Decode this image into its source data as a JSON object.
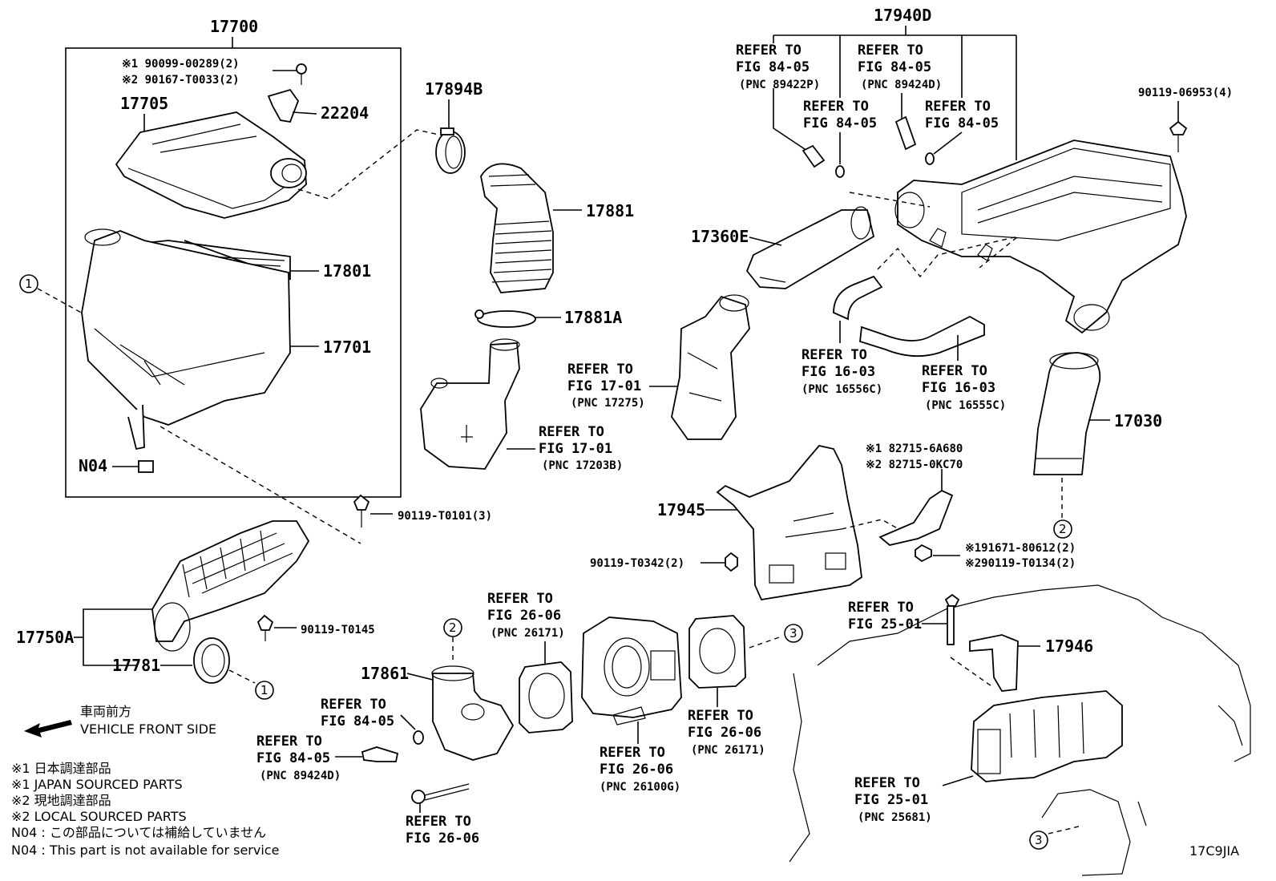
{
  "parts": {
    "p17700": "17700",
    "p17705": "17705",
    "p22204": "22204",
    "p17801": "17801",
    "p17701": "17701",
    "pN04": "N04",
    "p17894B": "17894B",
    "p17881": "17881",
    "p17881A": "17881A",
    "p17940D": "17940D",
    "p90119_06953": "90119-06953(4)",
    "p17360E": "17360E",
    "p17030": "17030",
    "p17945": "17945",
    "p90119_T0342": "90119-T0342(2)",
    "p90119_T0101": "90119-T0101(3)",
    "p17750A": "17750A",
    "p90119_T0145": "90119-T0145",
    "p17781": "17781",
    "p17861": "17861",
    "p17946": "17946",
    "bolt1": "※1 90099-00289(2)",
    "bolt2": "※2 90167-T0033(2)",
    "bracket1": "※1 82715-6A680",
    "bracket2": "※2 82715-0KC70",
    "nut1": "※191671-80612(2)",
    "nut2": "※290119-T0134(2)"
  },
  "refs": {
    "r1": {
      "l1": "REFER TO",
      "l2": "FIG 84-05",
      "l3": "(PNC 89422P)"
    },
    "r2": {
      "l1": "REFER TO",
      "l2": "FIG 84-05",
      "l3": "(PNC 89424D)"
    },
    "r3": {
      "l1": "REFER TO",
      "l2": "FIG 84-05"
    },
    "r4": {
      "l1": "REFER TO",
      "l2": "FIG 84-05"
    },
    "r5": {
      "l1": "REFER TO",
      "l2": "FIG 17-01",
      "l3": "(PNC 17275)"
    },
    "r6": {
      "l1": "REFER TO",
      "l2": "FIG 17-01",
      "l3": "(PNC 17203B)"
    },
    "r7": {
      "l1": "REFER TO",
      "l2": "FIG 16-03",
      "l3": "(PNC 16556C)"
    },
    "r8": {
      "l1": "REFER TO",
      "l2": "FIG 16-03",
      "l3": "(PNC 16555C)"
    },
    "r9": {
      "l1": "REFER TO",
      "l2": "FIG 26-06",
      "l3": "(PNC 26171)"
    },
    "r10": {
      "l1": "REFER TO",
      "l2": "FIG 84-05"
    },
    "r11": {
      "l1": "REFER TO",
      "l2": "FIG 84-05",
      "l3": "(PNC 89424D)"
    },
    "r12": {
      "l1": "REFER TO",
      "l2": "FIG 26-06"
    },
    "r13": {
      "l1": "REFER TO",
      "l2": "FIG 26-06",
      "l3": "(PNC 26100G)"
    },
    "r14": {
      "l1": "REFER TO",
      "l2": "FIG 26-06",
      "l3": "(PNC 26171)"
    },
    "r15": {
      "l1": "REFER TO",
      "l2": "FIG 25-01"
    },
    "r16": {
      "l1": "REFER TO",
      "l2": "FIG 25-01",
      "l3": "(PNC 25681)"
    }
  },
  "markers": {
    "one": "1",
    "two": "2",
    "three": "3"
  },
  "front": {
    "jp": "車両前方",
    "en": "VEHICLE FRONT SIDE"
  },
  "legend": {
    "l1": "※1  日本調達部品",
    "l2": "※1  JAPAN SOURCED PARTS",
    "l3": "※2  現地調達部品",
    "l4": "※2  LOCAL SOURCED PARTS",
    "l5": "N04 : この部品については補給していません",
    "l6": "N04 : This part is not available for service"
  },
  "code": "17C9JIA"
}
